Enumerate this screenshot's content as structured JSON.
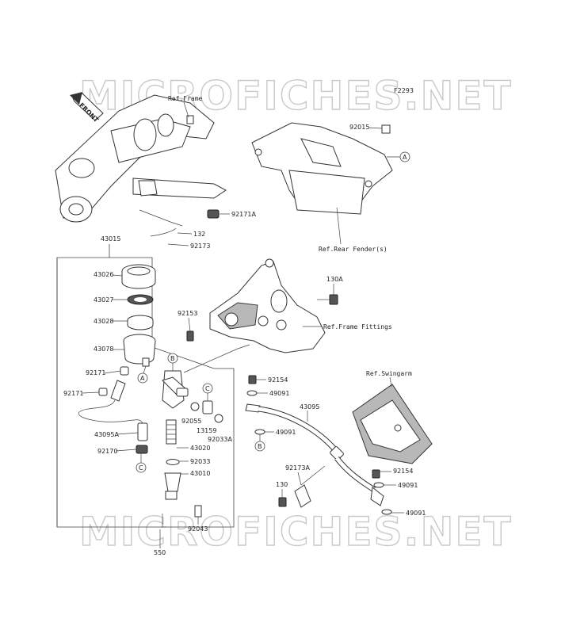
{
  "watermark": "MICROFICHES.NET",
  "figure_code": "F2293",
  "front_label": "FRONT",
  "references": {
    "frame": "Ref.Frame",
    "rear_fender": "Ref.Rear Fender(s)",
    "frame_fittings": "Ref.Frame Fittings",
    "swingarm": "Ref.Swingarm"
  },
  "callouts": {
    "A": "A",
    "B": "B",
    "C": "C"
  },
  "parts": {
    "p92015": "92015",
    "p92171A": "92171A",
    "p132": "132",
    "p92173": "92173",
    "p43015": "43015",
    "p43026": "43026",
    "p43027": "43027",
    "p43028": "43028",
    "p43078": "43078",
    "p92171a": "92171",
    "p92171b": "92171",
    "p92153": "92153",
    "p130A": "130A",
    "p92154a": "92154",
    "p49091a": "49091",
    "p43095": "43095",
    "p49091b": "49091",
    "p92055": "92055",
    "p13159": "13159",
    "p92033A": "92033A",
    "p43095A": "43095A",
    "p43020": "43020",
    "p92170": "92170",
    "p92033": "92033",
    "p43010": "43010",
    "p92173A": "92173A",
    "p130": "130",
    "p92154b": "92154",
    "p49091c": "49091",
    "p49091d": "49091",
    "p92043": "92043",
    "p550": "550"
  }
}
